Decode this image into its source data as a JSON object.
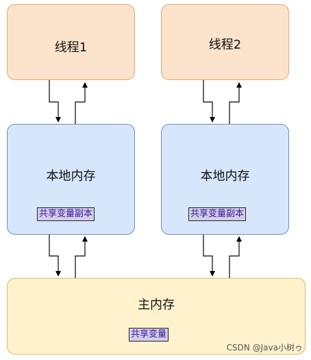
{
  "threads": [
    {
      "label": "线程1"
    },
    {
      "label": "线程2"
    }
  ],
  "local_memories": [
    {
      "label": "本地内存",
      "copy_label": "共享变量副本"
    },
    {
      "label": "本地内存",
      "copy_label": "共享变量副本"
    }
  ],
  "main_memory": {
    "label": "主内存",
    "variable_label": "共享变量"
  },
  "watermark": "CSDN @Java小树ゥ",
  "colors": {
    "thread_fill": "#fbe3cc",
    "thread_border": "#e3a86f",
    "local_fill": "#d6e6fb",
    "local_border": "#6f8fb4",
    "main_fill": "#fff2cc",
    "main_border": "#d8ba62"
  }
}
